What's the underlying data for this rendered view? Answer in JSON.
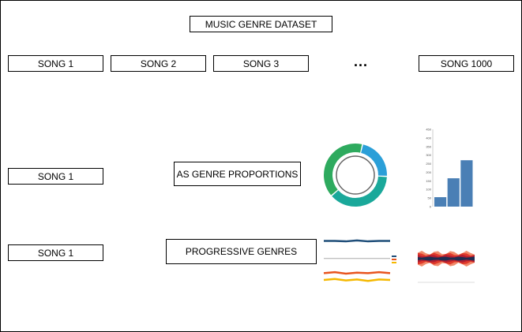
{
  "title": "MUSIC GENRE DATASET",
  "songs_row": [
    "SONG 1",
    "SONG 2",
    "SONG 3",
    "SONG 1000"
  ],
  "ellipsis": "...",
  "rows": [
    {
      "song": "SONG 1",
      "label": "AS GENRE PROPORTIONS"
    },
    {
      "song": "SONG 1",
      "label": "PROGRESSIVE GENRES"
    }
  ],
  "thumbnails": {
    "donut": {
      "segments": [
        {
          "value": 0.22,
          "color": "#2b9fd8"
        },
        {
          "value": 0.38,
          "color": "#1aa89a"
        },
        {
          "value": 0.4,
          "color": "#2eaa5e"
        }
      ]
    },
    "bar": {
      "type": "bar",
      "values": [
        55,
        165,
        270
      ],
      "ylim": [
        0,
        450
      ],
      "ticks": [
        "0",
        "50",
        "100",
        "150",
        "200",
        "250",
        "300",
        "350",
        "400",
        "450"
      ],
      "color": "#4a7fb5"
    },
    "lines": {
      "series": [
        {
          "color": "#1f4e79",
          "values": [
            0.88,
            0.88,
            0.87,
            0.89,
            0.87,
            0.88,
            0.88
          ]
        },
        {
          "color": "#aaaaaa",
          "values": [
            0.52,
            0.52,
            0.52,
            0.52,
            0.52,
            0.52,
            0.52
          ]
        },
        {
          "color": "#e8541e",
          "values": [
            0.22,
            0.24,
            0.21,
            0.23,
            0.22,
            0.24,
            0.22
          ]
        },
        {
          "color": "#f5b800",
          "values": [
            0.08,
            0.1,
            0.07,
            0.09,
            0.06,
            0.09,
            0.08
          ]
        }
      ],
      "legend_colors": [
        "#1f4e79",
        "#e8541e",
        "#f5b800"
      ]
    },
    "stream": {
      "colors": [
        "#f08a6a",
        "#e0392b",
        "#b01e32",
        "#1f2d52"
      ]
    }
  }
}
